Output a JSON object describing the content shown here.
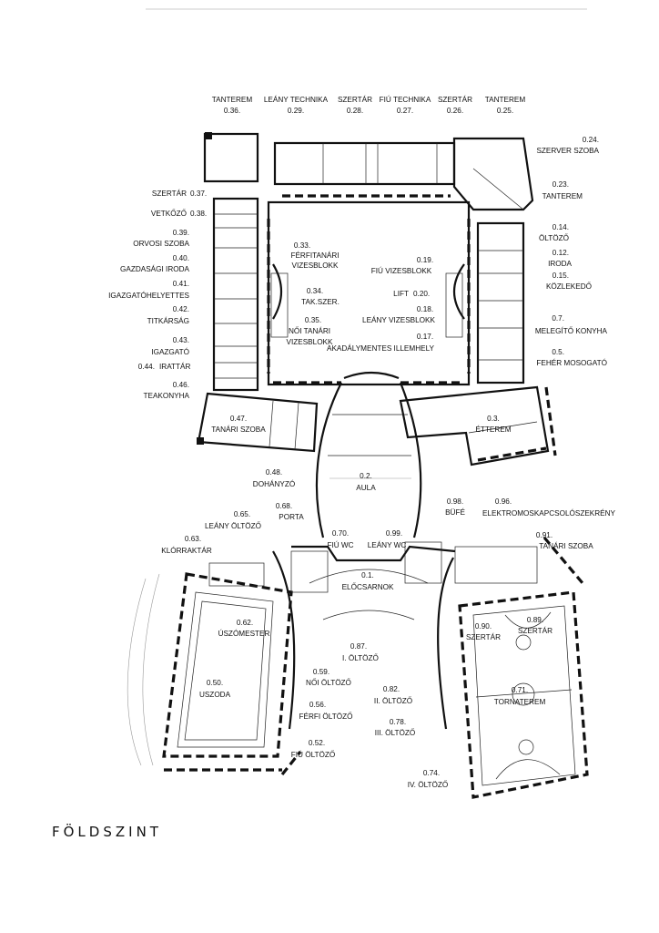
{
  "plan_title": "FÖLDSZINT",
  "rooms": {
    "r036": {
      "num": "0.36.",
      "name": "TANTEREM"
    },
    "r029": {
      "num": "0.29.",
      "name": "LEÁNY TECHNIKA"
    },
    "r028": {
      "num": "0.28.",
      "name": "SZERTÁR"
    },
    "r027": {
      "num": "0.27.",
      "name": "FIÚ TECHNIKA"
    },
    "r026": {
      "num": "0.26.",
      "name": "SZERTÁR"
    },
    "r025": {
      "num": "0.25.",
      "name": "TANTEREM"
    },
    "r024": {
      "num": "0.24.",
      "name": "SZERVER SZOBA"
    },
    "r023": {
      "num": "0.23.",
      "name": "TANTEREM"
    },
    "r014": {
      "num": "0.14.",
      "name": "ÖLTÖZŐ"
    },
    "r012": {
      "num": "0.12.",
      "name": "IRODA"
    },
    "r015": {
      "num": "0.15.",
      "name": "KÖZLEKEDŐ"
    },
    "r007": {
      "num": "0.7.",
      "name": "MELEGÍTŐ KONYHA"
    },
    "r005": {
      "num": "0.5.",
      "name": "FEHÉR MOSOGATÓ"
    },
    "r037": {
      "num": "0.37.",
      "name": "SZERTÁR"
    },
    "r038": {
      "num": "0.38.",
      "name": "VETKŐZŐ"
    },
    "r039": {
      "num": "0.39.",
      "name": "ORVOSI SZOBA"
    },
    "r040": {
      "num": "0.40.",
      "name": "GAZDASÁGI IRODA"
    },
    "r041": {
      "num": "0.41.",
      "name": "IGAZGATÓHELYETTES"
    },
    "r042": {
      "num": "0.42.",
      "name": "TITKÁRSÁG"
    },
    "r043": {
      "num": "0.43.",
      "name": "IGAZGATÓ"
    },
    "r044": {
      "num": "0.44.",
      "name": "IRATTÁR"
    },
    "r046": {
      "num": "0.46.",
      "name": "TEAKONYHA"
    },
    "r033": {
      "num": "0.33.",
      "name1": "FÉRFITANÁRI",
      "name2": "VIZESBLOKK"
    },
    "r034": {
      "num": "0.34.",
      "name": "TAK.SZER."
    },
    "r035": {
      "num": "0.35.",
      "name1": "NŐI TANÁRI",
      "name2": "VIZESBLOKK"
    },
    "r019": {
      "num": "0.19.",
      "name": "FIÚ VIZESBLOKK"
    },
    "r020": {
      "num": "0.20.",
      "name": "LIFT"
    },
    "r018": {
      "num": "0.18.",
      "name": "LEÁNY VIZESBLOKK"
    },
    "r017": {
      "num": "0.17.",
      "name": "AKADÁLYMENTES ILLEMHELY"
    },
    "r047": {
      "num": "0.47.",
      "name": "TANÁRI SZOBA"
    },
    "r003": {
      "num": "0.3.",
      "name": "ÉTTEREM"
    },
    "r048": {
      "num": "0.48.",
      "name": "DOHÁNYZÓ"
    },
    "r002": {
      "num": "0.2.",
      "name": "AULA"
    },
    "r068": {
      "num": "0.68.",
      "name": "PORTA"
    },
    "r065": {
      "num": "0.65.",
      "name": "LEÁNY ÖLTÖZŐ"
    },
    "r063": {
      "num": "0.63.",
      "name": "KLÓRRAKTÁR"
    },
    "r098": {
      "num": "0.98.",
      "name": "BÜFÉ"
    },
    "r096": {
      "num": "0.96.",
      "name": "ELEKTROMOSKAPCSOLÓSZEKRÉNY"
    },
    "r070": {
      "num": "0.70.",
      "name": "FIÚ WC"
    },
    "r099": {
      "num": "0.99.",
      "name": "LEÁNY WC"
    },
    "r091": {
      "num": "0.91.",
      "name": "TANÁRI SZOBA"
    },
    "r001": {
      "num": "0.1.",
      "name": "ELŐCSARNOK"
    },
    "r062": {
      "num": "0.62.",
      "name": "ÚSZÓMESTER"
    },
    "r090": {
      "num": "0.90.",
      "name": "SZERTÁR"
    },
    "r089": {
      "num": "0.89.",
      "name": "SZERTÁR"
    },
    "r087": {
      "num": "0.87.",
      "name": "I. ÖLTÖZŐ"
    },
    "r059": {
      "num": "0.59.",
      "name": "NŐI ÖLTÖZŐ"
    },
    "r050": {
      "num": "0.50.",
      "name": "USZODA"
    },
    "r082": {
      "num": "0.82.",
      "name": "II. ÖLTÖZŐ"
    },
    "r071": {
      "num": "0.71.",
      "name": "TORNATEREM"
    },
    "r056": {
      "num": "0.56.",
      "name": "FÉRFI ÖLTÖZŐ"
    },
    "r078": {
      "num": "0.78.",
      "name": "III. ÖLTÖZŐ"
    },
    "r052": {
      "num": "0.52.",
      "name": "FIÚ ÖLTÖZŐ"
    },
    "r074": {
      "num": "0.74.",
      "name": "IV. ÖLTÖZŐ"
    }
  }
}
